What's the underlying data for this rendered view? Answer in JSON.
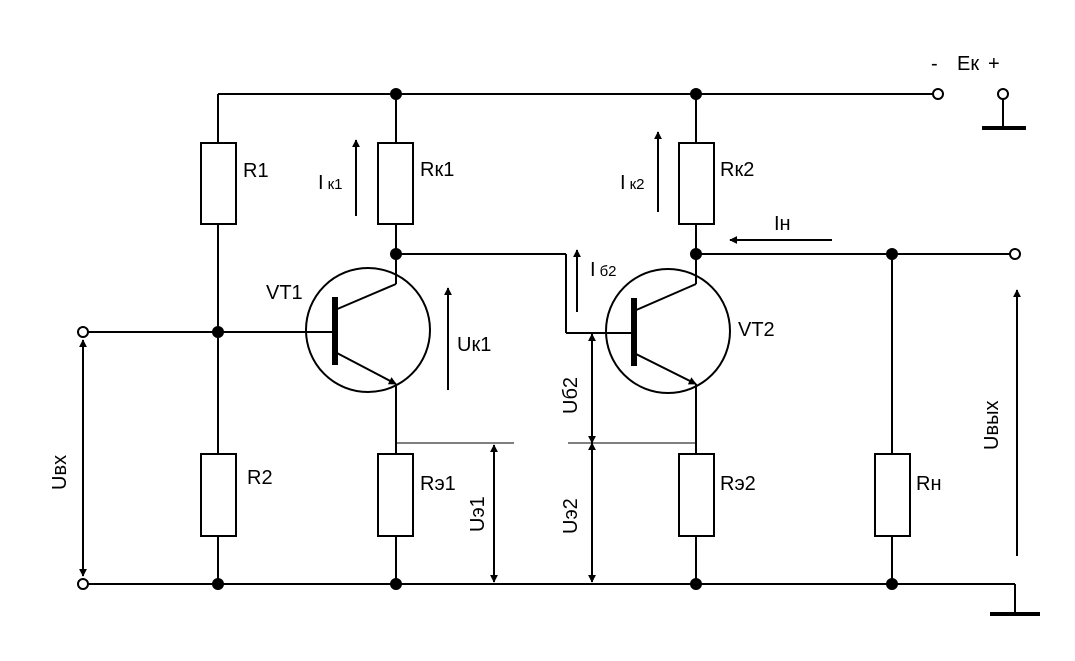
{
  "supply": {
    "minus": "-",
    "name": "Ек",
    "plus": "+"
  },
  "resistors": {
    "r1": "R1",
    "r2": "R2",
    "rk1": "Rк1",
    "rk2": "Rк2",
    "re1": "Rэ1",
    "re2": "Rэ2",
    "rn": "Rн"
  },
  "transistors": {
    "vt1": "VT1",
    "vt2": "VT2"
  },
  "currents": {
    "ik1": {
      "main": "I",
      "sub": "к1"
    },
    "ik2": {
      "main": "I",
      "sub": "к2"
    },
    "ib2": {
      "main": "I",
      "sub": "б2"
    },
    "in": "Iн"
  },
  "voltages": {
    "uk1": "Uк1",
    "ub2": "Uб2",
    "ue1": "Uэ1",
    "ue2": "Uэ2",
    "uin": "Uвх",
    "uout": "Uвых"
  },
  "colors": {
    "stroke": "#000000",
    "background": "#ffffff"
  }
}
